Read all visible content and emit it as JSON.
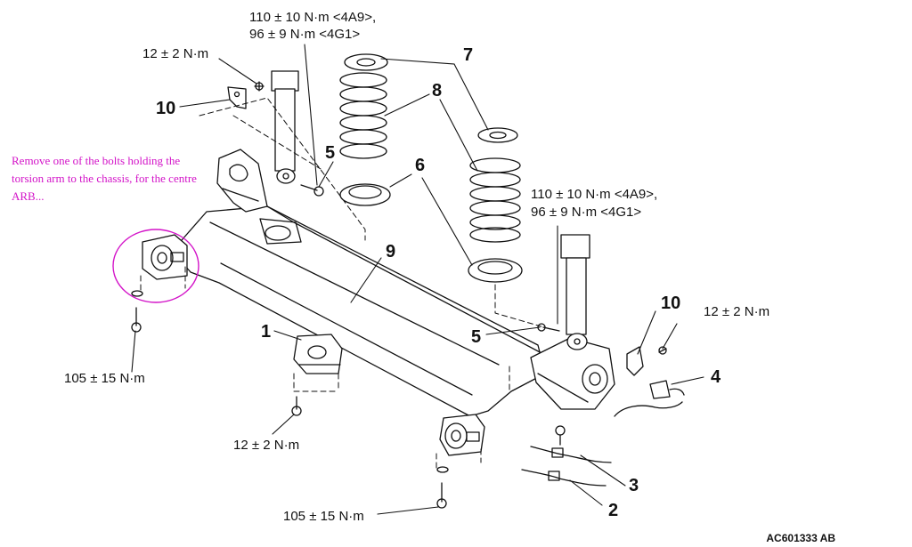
{
  "diagram": {
    "annotation": "Remove one of the bolts holding the torsion arm to the chassis, for the centre ARB...",
    "drawing_code": "AC601333 AB",
    "colors": {
      "annotation": "#d313c8",
      "line": "#111111"
    },
    "torques": {
      "t_top_center_1": "110 ± 10 N·m <4A9>,",
      "t_top_center_2": "96 ± 9 N·m <4G1>",
      "t_bracket_left": "12 ± 2 N·m",
      "t_right_1": "110 ± 10 N·m <4A9>,",
      "t_right_2": "96 ± 9 N·m <4G1>",
      "t_bracket_right": "12 ± 2 N·m",
      "t_left_bolt": "105 ± 15 N·m",
      "t_mount_bolt": "12 ± 2 N·m",
      "t_bottom_bolt": "105 ± 15 N·m"
    },
    "callouts": {
      "c1": "1",
      "c2": "2",
      "c3": "3",
      "c4": "4",
      "c5a": "5",
      "c5b": "5",
      "c6": "6",
      "c7": "7",
      "c8": "8",
      "c9": "9",
      "c10a": "10",
      "c10b": "10"
    }
  }
}
